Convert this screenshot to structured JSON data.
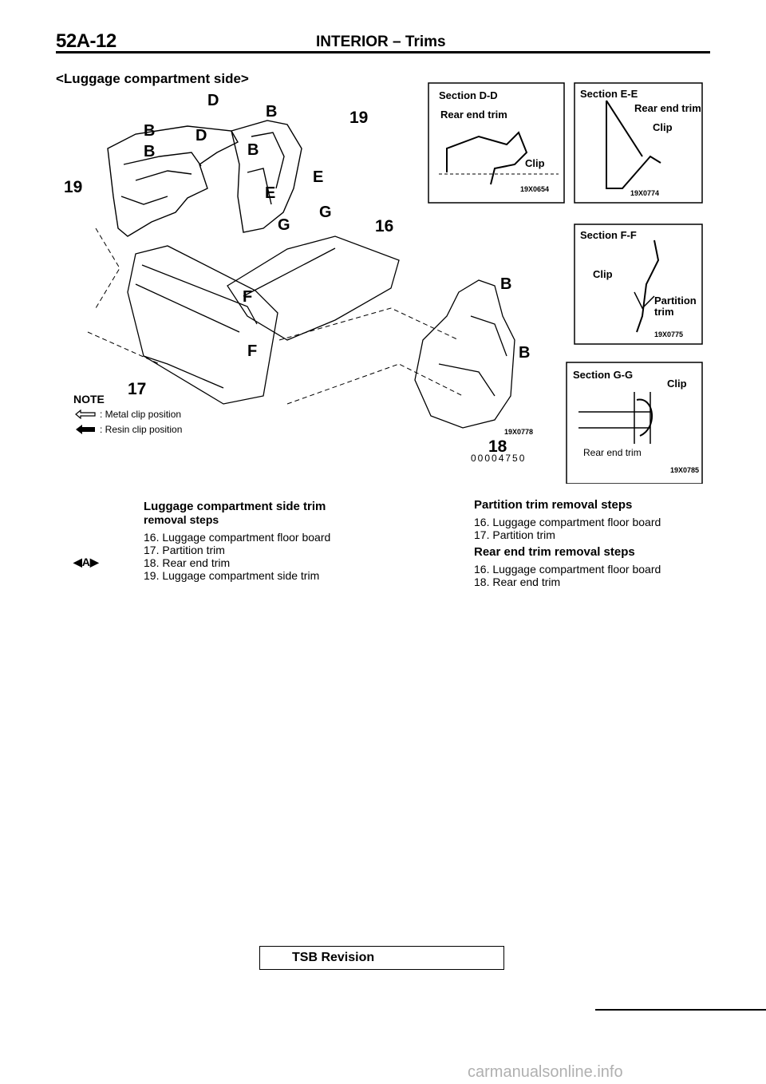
{
  "header": {
    "page_number": "52A-12",
    "title": "INTERIOR – Trims"
  },
  "subheading": "<Luggage compartment side>",
  "figure": {
    "callouts": [
      "B",
      "B",
      "B",
      "B",
      "B",
      "B",
      "D",
      "D",
      "E",
      "E",
      "F",
      "F",
      "G",
      "G",
      "16",
      "17",
      "18",
      "19",
      "19"
    ],
    "code": "00004750",
    "section_dd": {
      "title": "Section D-D",
      "trim": "Rear end trim",
      "clip": "Clip",
      "code": "19X0654"
    },
    "section_ee": {
      "title": "Section E-E",
      "trim": "Rear end trim",
      "clip": "Clip",
      "code": "19X0774"
    },
    "section_ff": {
      "title": "Section F-F",
      "clip": "Clip",
      "trim_line1": "Partition",
      "trim_line2": "trim",
      "code": "19X0775"
    },
    "section_gg": {
      "title": "Section G-G",
      "clip": "Clip",
      "trim": "Rear end trim",
      "code": "19X0785"
    },
    "side_code": "19X0778"
  },
  "note": {
    "title": "NOTE",
    "metal": ": Metal clip position",
    "resin": ": Resin clip position"
  },
  "side_trim_steps": {
    "title_line1": "Luggage compartment side trim",
    "title_line2": "removal steps",
    "marker": "◀A▶",
    "items": [
      "16. Luggage compartment floor board",
      "17. Partition trim",
      "18. Rear end trim",
      "19. Luggage compartment side trim"
    ]
  },
  "partition_steps": {
    "title": "Partition trim removal steps",
    "items": [
      "16. Luggage compartment floor board",
      "17. Partition trim"
    ]
  },
  "rear_end_steps": {
    "title": "Rear end trim removal steps",
    "items": [
      "16. Luggage compartment floor board",
      "18. Rear end trim"
    ]
  },
  "footer": {
    "tsb": "TSB Revision",
    "watermark": "carmanualsonline.info"
  }
}
